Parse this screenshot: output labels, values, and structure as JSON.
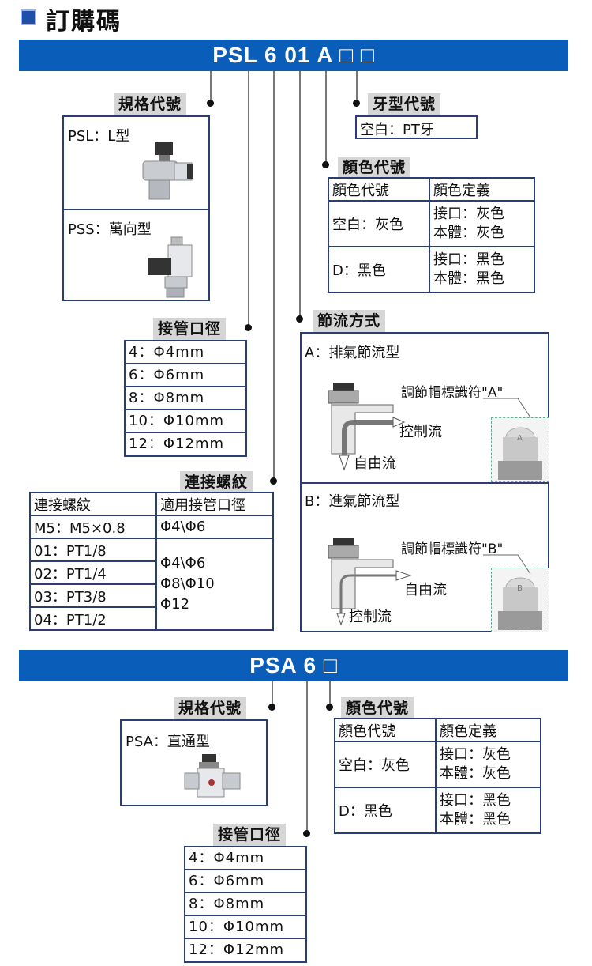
{
  "title": "訂購碼",
  "psl": {
    "code": "PSL 6 01 A □ □",
    "spec": {
      "label": "規格代號",
      "items": [
        "PSL：L型",
        "PSS：萬向型"
      ]
    },
    "thread_type": {
      "label": "牙型代號",
      "value": "空白：PT牙"
    },
    "color": {
      "label": "顏色代號",
      "headers": [
        "顏色代號",
        "顏色定義"
      ],
      "rows": [
        {
          "code": "空白：灰色",
          "def1": "接口：灰色",
          "def2": "本體：灰色"
        },
        {
          "code": "D：黑色",
          "def1": "接口：黑色",
          "def2": "本體：黑色"
        }
      ]
    },
    "tube": {
      "label": "接管口徑",
      "items": [
        "4：Φ4mm",
        "6：Φ6mm",
        "8：Φ8mm",
        "10：Φ10mm",
        "12：Φ12mm"
      ]
    },
    "flow": {
      "label": "節流方式",
      "a": {
        "title": "A：排氣節流型",
        "cap": "調節帽標識符\"A\"",
        "out1": "控制流",
        "out2": "自由流",
        "mark": "A"
      },
      "b": {
        "title": "B：進氣節流型",
        "cap": "調節帽標識符\"B\"",
        "out1": "自由流",
        "out2": "控制流",
        "mark": "B"
      }
    },
    "thread": {
      "label": "連接螺紋",
      "headers": [
        "連接螺紋",
        "適用接管口徑"
      ],
      "row_m5": [
        "M5：M5×0.8",
        "Φ4\\Φ6"
      ],
      "rows": [
        "01：PT1/8",
        "02：PT1/4",
        "03：PT3/8",
        "04：PT1/2"
      ],
      "applicable": [
        "Φ4\\Φ6",
        "Φ8\\Φ10",
        "Φ12"
      ]
    }
  },
  "psa": {
    "code": "PSA 6 □",
    "spec": {
      "label": "規格代號",
      "item": "PSA：直通型"
    },
    "color": {
      "label": "顏色代號",
      "headers": [
        "顏色代號",
        "顏色定義"
      ],
      "rows": [
        {
          "code": "空白：灰色",
          "def1": "接口：灰色",
          "def2": "本體：灰色"
        },
        {
          "code": "D：黑色",
          "def1": "接口：黑色",
          "def2": "本體：黑色"
        }
      ]
    },
    "tube": {
      "label": "接管口徑",
      "items": [
        "4：Φ4mm",
        "6：Φ6mm",
        "8：Φ8mm",
        "10：Φ10mm",
        "12：Φ12mm"
      ]
    }
  },
  "colors": {
    "bar": "#0a5db8",
    "border": "#2b3e72",
    "label_bg": "#d6d6d6",
    "icon": "#1f4fa8"
  }
}
